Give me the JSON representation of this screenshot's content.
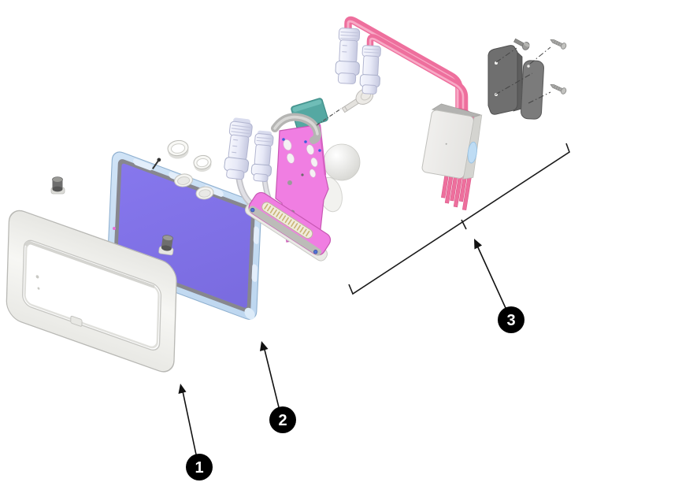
{
  "diagram": {
    "type": "exploded-parts-diagram",
    "background": "#ffffff",
    "callouts": [
      {
        "id": "callout-1",
        "label": "1",
        "target": "front-bezel-frame"
      },
      {
        "id": "callout-2",
        "label": "2",
        "target": "tablet-display-unit"
      },
      {
        "id": "callout-3",
        "label": "3",
        "target": "mount-and-cable-assembly-group"
      }
    ],
    "parts": [
      {
        "callout": "1",
        "name": "front-bezel-frame"
      },
      {
        "callout": "2",
        "name": "tablet-display-unit"
      },
      {
        "callout": "3",
        "name": "mount-and-cable-assembly"
      }
    ],
    "palette": {
      "background": "#ffffff",
      "screen_purple": "#8172e6",
      "tablet_frame_blue": "#c9dff4",
      "bezel_gray": "#87878e",
      "housing_white": "#f2f2ef",
      "mount_pink": "#f07ee2",
      "cable_rose": "#ee6f9d",
      "clip_teal": "#55a8a2",
      "bracket_dark_gray": "#6f6f6f",
      "connector_lavender": "#e3e5f4",
      "box_gray": "#edecea",
      "label_blue": "#bedcf4",
      "callout_black": "#000000"
    }
  }
}
